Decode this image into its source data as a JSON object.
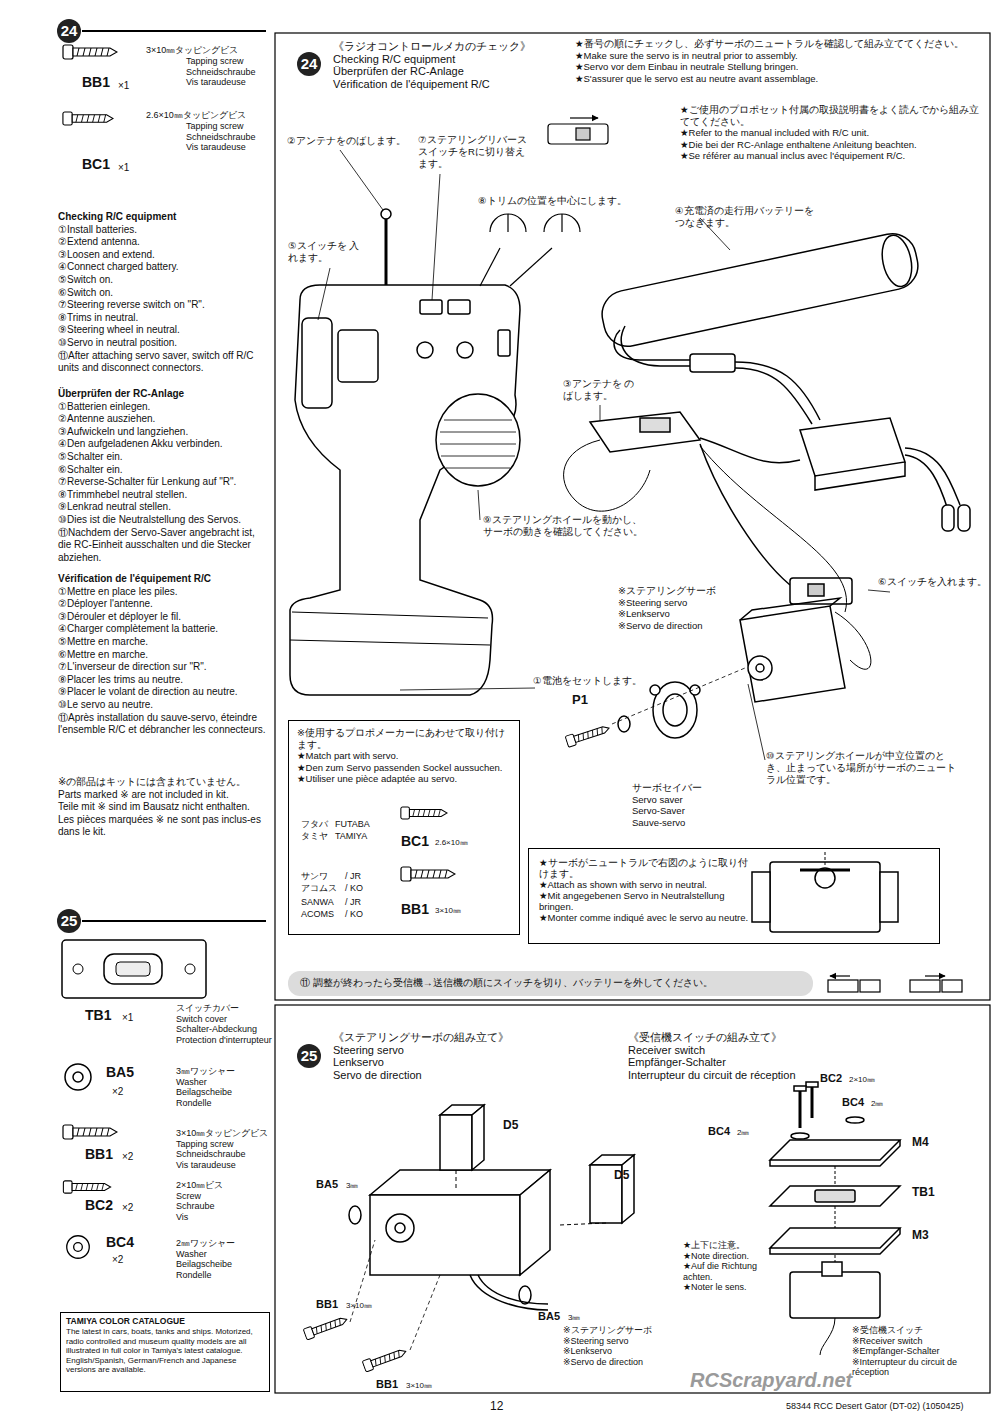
{
  "diagram": {
    "nodes": [
      {
        "text": [
          "TAMIYA COLOR CATALOGUE",
          "The latest in cars, boats, tanks and ships. Motorized, radio controlled and museum quality models are all illustrated in full color in Tamiya's latest catalogue. English/Spanish, German/French and Japanese versions are available."
        ]
      },
      {
        "text": [
          "※使用するプロポメーカーにあわせて取り付けます。",
          "★Match part with servo.",
          "★Den zum Servo passenden Sockel aussuchen.",
          "★Utiliser une pièce adaptée au servo.",
          "フタバ",
          "FUTABA",
          "タミヤ",
          "TAMIYA",
          "BC1",
          "2.6×10㎜",
          "サンワ",
          "/ JR",
          "アコムス",
          "/ KO",
          "SANWA",
          "/ JR",
          "ACOMS",
          "/ KO",
          "BB1",
          "3×10㎜"
        ]
      },
      {
        "text": [
          "★サーボがニュートラルで右図のように取り付けます。",
          "★Attach as shown with servo in neutral.",
          "★Mit angegebenen Servo in Neutralstellung bringen.",
          "★Monter comme indiqué avec le servo au neutre."
        ]
      },
      {
        "text": [
          "⑪ 調整が終わったら受信機→送信機の順にスイッチを切り、バッテリーを外してください。"
        ]
      }
    ],
    "labels": [
      "24",
      "3×10㎜タッピングビス",
      "Tapping screw",
      "Schneidschraube",
      "Vis taraudeuse",
      "BB1",
      "×1",
      "2.6×10㎜タッピングビス",
      "Tapping screw",
      "Schneidschraube",
      "Vis taraudeuse",
      "BC1",
      "×1",
      "Checking R/C equipment",
      "①Install batteries.",
      "②Extend antenna.",
      "③Loosen and extend.",
      "④Connect charged battery.",
      "⑤Switch on.",
      "⑥Switch on.",
      "⑦Steering reverse switch on \"R\".",
      "⑧Trims in neutral.",
      "⑨Steering wheel in neutral.",
      "⑩Servo in neutral position.",
      "⑪After attaching servo saver, switch off R/C units and disconnect connectors.",
      "Überprüfen der RC-Anlage",
      "①Batterien einlegen.",
      "②Antenne ausziehen.",
      "③Aufwickeln und langziehen.",
      "④Den aufgeladenen Akku verbinden.",
      "⑤Schalter ein.",
      "⑥Schalter ein.",
      "⑦Reverse-Schalter für Lenkung auf \"R\".",
      "⑧Trimmhebel neutral stellen.",
      "⑨Lenkrad neutral stellen.",
      "⑩Dies ist die Neutralstellung des Servos.",
      "⑪Nachdem der Servo-Saver angebracht ist, die RC-Einheit ausschalten und die Stecker abziehen.",
      "Vérification de l'équipement R/C",
      "①Mettre en place les piles.",
      "②Déployer l'antenne.",
      "③Dérouler et déployer le fil.",
      "④Charger complètement la batterie.",
      "⑤Mettre en marche.",
      "⑥Mettre en marche.",
      "⑦L'inverseur de direction sur \"R\".",
      "⑧Placer les trims au neutre.",
      "⑨Placer le volant de direction au neutre.",
      "⑩Le servo au neutre.",
      "⑪Après installation du sauve-servo, éteindre l'ensemble R/C et débrancher les connecteurs.",
      "※の部品はキットには含まれていません。",
      "Parts marked ※ are not included in kit.",
      "Teile mit ※ sind im Bausatz nicht enthalten.",
      "Les pièces marquées ※ ne sont pas inclus-es dans le kit.",
      "25",
      "TB1",
      "×1",
      "スイッチカバー",
      "Switch cover",
      "Schalter-Abdeckung",
      "Protection d'interrupteur",
      "BA5",
      "×2",
      "3㎜ワッシャー",
      "Washer",
      "Beilagscheibe",
      "Rondelle",
      "3×10㎜タッピングビス",
      "Tapping screw",
      "Schneidschraube",
      "Vis taraudeuse",
      "BB1",
      "×2",
      "2×10㎜ビス",
      "Screw",
      "Schraube",
      "Vis",
      "BC2",
      "×2",
      "BC4",
      "×2",
      "2㎜ワッシャー",
      "Washer",
      "Beilagscheibe",
      "Rondelle",
      "24",
      "《ラジオコントロールメカのチェック》",
      "Checking R/C equipment",
      "Überprüfen der RC-Anlage",
      "Vérification de l'équipement R/C",
      "★番号の順にチェックし、必ずサーボのニュートラルを確認して組み立ててください。",
      "★Make sure the servo is in neutral prior to assembly.",
      "★Servo vor dem Einbau in neutrale Stellung bringen.",
      "★S'assurer que le servo est au neutre avant assemblage.",
      "★ご使用のプロポセット付属の取扱説明書をよく読んでから組み立ててください。",
      "★Refer to the manual included with R/C unit.",
      "★Die bei der RC-Anlage enthaltene Anleitung beachten.",
      "★Se référer au manual inclus avec l'équipement R/C.",
      "②アンテナをのばします。",
      "⑦ステアリングリバース スイッチをRに切り替え ます。",
      "⑧トリムの位置を中心にします。",
      "⑤スイッチを 入れます。",
      "④充電済の走行用バッテリーを つなぎます。",
      "③アンテナを のばします。",
      "⑨ステアリングホイールを動かし、サーボの動きを確認してください。",
      "⑥スイッチを入れます。",
      "※ステアリングサーボ",
      "※Steering servo",
      "※Lenkservo",
      "※Servo de direction",
      "①電池をセットします。",
      "P1",
      "⑩ステアリングホイールが中立位置のとき、止まっている場所がサーボのニュートラル位置です。",
      "サーボセイバー",
      "Servo saver",
      "Servo-Saver",
      "Sauve-servo",
      "25",
      "《ステアリングサーボの組み立て》",
      "Steering servo",
      "Lenkservo",
      "Servo de direction",
      "《受信機スイッチの組み立て》",
      "Receiver switch",
      "Empfänger-Schalter",
      "Interrupteur du circuit de réception",
      "D5",
      "D5",
      "BA5",
      "3㎜",
      "BB1",
      "3×10㎜",
      "BA5",
      "3㎜",
      "BB1",
      "3×10㎜",
      "※ステアリングサーボ",
      "※Steering servo",
      "※Lenkservo",
      "※Servo de direction",
      "BC2",
      "2×10㎜",
      "BC4",
      "2㎜",
      "BC4",
      "2㎜",
      "M4",
      "TB1",
      "M3",
      "★上下に注意。",
      "★Note direction.",
      "★Auf die Richtung achten.",
      "★Noter le sens.",
      "※受信機スイッチ",
      "※Receiver switch",
      "※Empfänger-Schalter",
      "※Interrupteur du circuit de réception",
      "RCScrapyard.net",
      "12",
      "58344 RCC Desert Gator (DT-02) (1050425)"
    ]
  }
}
